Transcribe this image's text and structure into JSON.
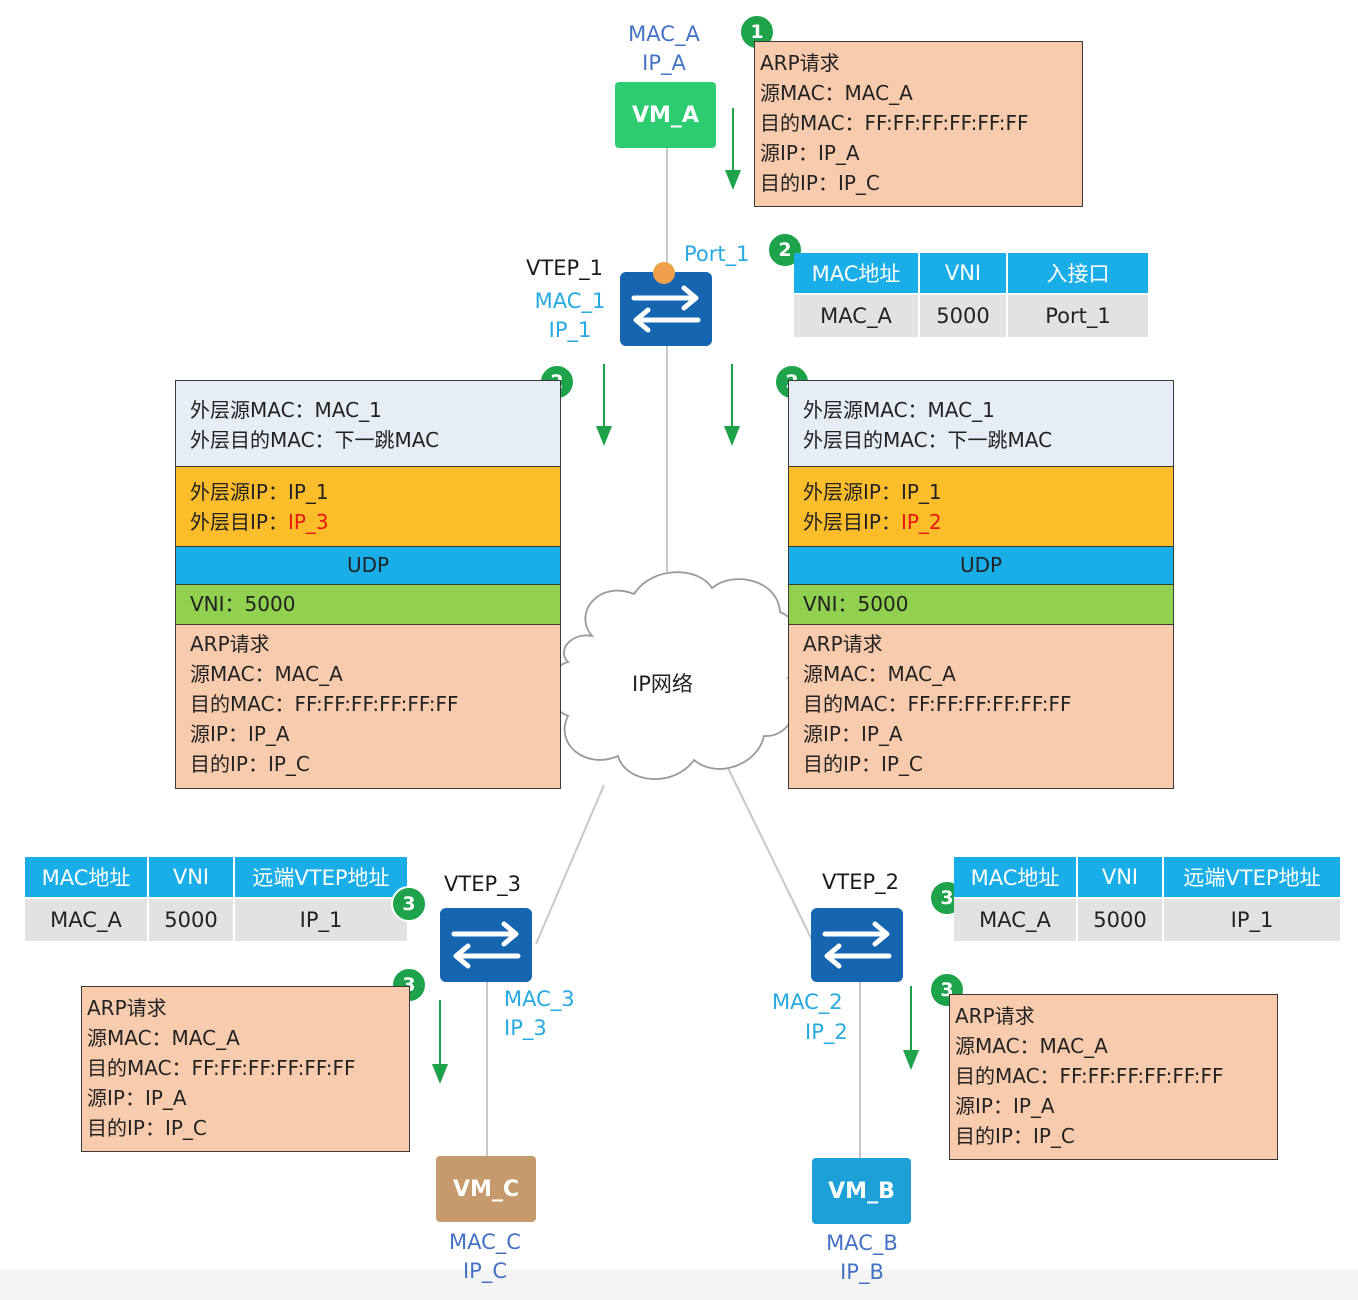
{
  "vm_a": {
    "name": "VM_A",
    "mac": "MAC_A",
    "ip": "IP_A",
    "color": "#2ecc71"
  },
  "vm_b": {
    "name": "VM_B",
    "mac": "MAC_B",
    "ip": "IP_B",
    "color": "#1da0d8"
  },
  "vm_c": {
    "name": "VM_C",
    "mac": "MAC_C",
    "ip": "IP_C",
    "color": "#c69a6c"
  },
  "vtep_1": {
    "name": "VTEP_1",
    "mac": "MAC_1",
    "ip": "IP_1",
    "port": "Port_1"
  },
  "vtep_2": {
    "name": "VTEP_2",
    "mac": "MAC_2",
    "ip": "IP_2"
  },
  "vtep_3": {
    "name": "VTEP_3",
    "mac": "MAC_3",
    "ip": "IP_3"
  },
  "cloud_label": "IP网络",
  "steps": {
    "s1": "1",
    "s2": "2",
    "s3": "3"
  },
  "arp": {
    "title": "ARP请求",
    "src_mac": "源MAC：MAC_A",
    "dst_mac": "目的MAC：FF:FF:FF:FF:FF:FF",
    "src_ip": "源IP：IP_A",
    "dst_ip": "目的IP：IP_C"
  },
  "vtep1_table": {
    "headers": [
      "MAC地址",
      "VNI",
      "入接口"
    ],
    "row": [
      "MAC_A",
      "5000",
      "Port_1"
    ]
  },
  "remote_table": {
    "headers": [
      "MAC地址",
      "VNI",
      "远端VTEP地址"
    ],
    "row": [
      "MAC_A",
      "5000",
      "IP_1"
    ]
  },
  "packet_left": {
    "outer_src_mac": "外层源MAC：MAC_1",
    "outer_dst_mac": "外层目的MAC：下一跳MAC",
    "outer_src_ip": "外层源IP：IP_1",
    "outer_dst_ip_prefix": "外层目IP：",
    "outer_dst_ip_value": "IP_3",
    "udp": "UDP",
    "vni": "VNI：5000"
  },
  "packet_right": {
    "outer_src_mac": "外层源MAC：MAC_1",
    "outer_dst_mac": "外层目的MAC：下一跳MAC",
    "outer_src_ip": "外层源IP：IP_1",
    "outer_dst_ip_prefix": "外层目IP：",
    "outer_dst_ip_value": "IP_2",
    "udp": "UDP",
    "vni": "VNI：5000"
  },
  "colors": {
    "arp_box": "#f9cbad",
    "outer_mac": "#e6edf5",
    "outer_ip": "#fbbd2a",
    "udp": "#1aaee8",
    "vni": "#92d050",
    "badge": "#1ea24a",
    "switch": "#1565b0",
    "arrow": "#1ea24a",
    "highlight": "#e8170f",
    "port_dot": "#f0a04b"
  }
}
